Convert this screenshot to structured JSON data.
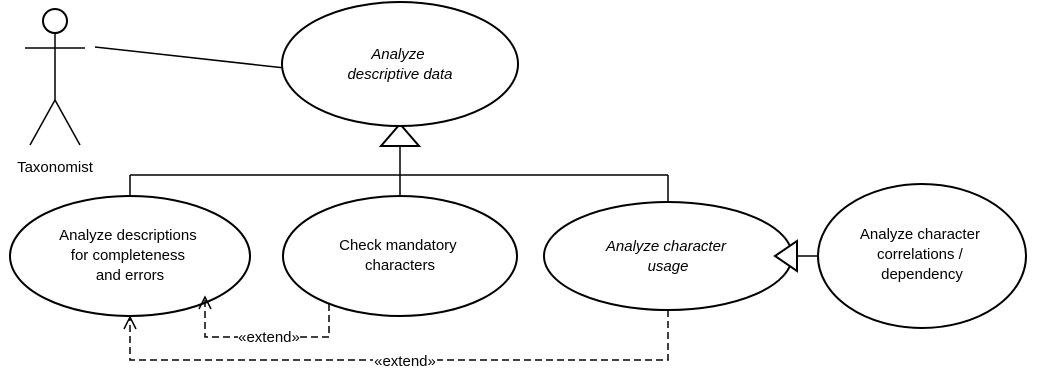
{
  "actor": {
    "name": "Taxonomist"
  },
  "use_cases": {
    "analyze_descriptive_data": {
      "lines": [
        "Analyze",
        "descriptive data"
      ],
      "abstract": true
    },
    "analyze_descriptions": {
      "lines": [
        "Analyze descriptions",
        "for completeness",
        "and errors"
      ],
      "abstract": false
    },
    "check_mandatory": {
      "lines": [
        "Check mandatory",
        "characters"
      ],
      "abstract": false
    },
    "analyze_character_usage": {
      "lines": [
        "Analyze character",
        "usage"
      ],
      "abstract": true
    },
    "analyze_correlations": {
      "lines": [
        "Analyze character",
        "correlations /",
        "dependency"
      ],
      "abstract": false
    }
  },
  "relations": {
    "extend_label_1": "«extend»",
    "extend_label_2": "«extend»"
  }
}
